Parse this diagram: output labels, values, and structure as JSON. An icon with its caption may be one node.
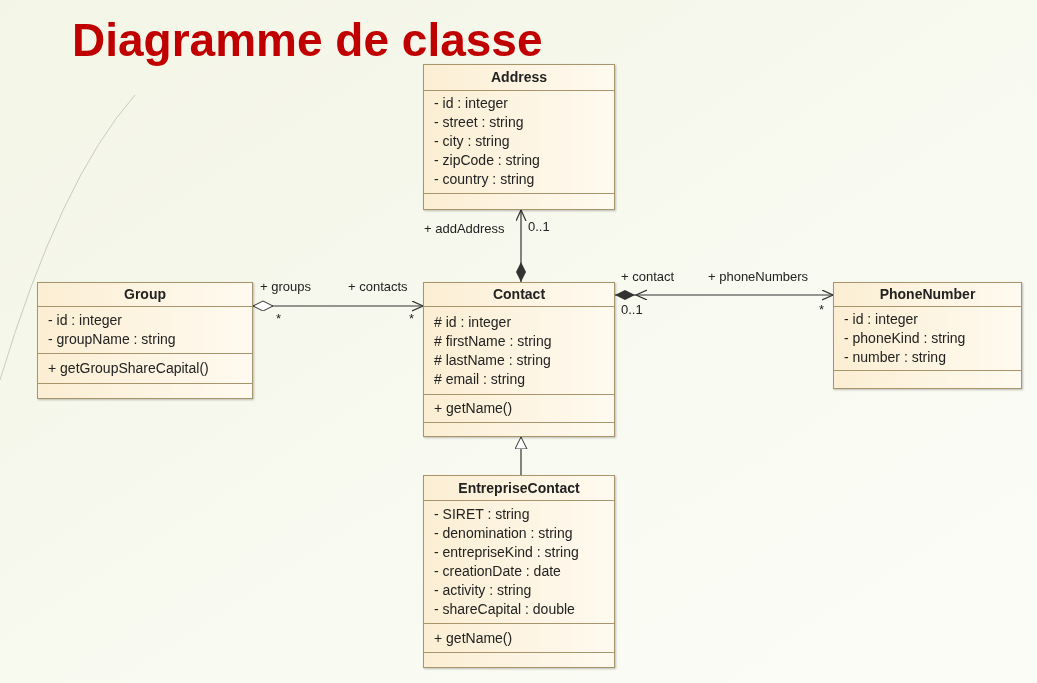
{
  "diagram": {
    "title": "Diagramme de classe",
    "nodes": [
      {
        "text": [
          "Address",
          "- id : integer",
          "- street : string",
          "- city : string",
          "- zipCode : string",
          "- country : string"
        ]
      },
      {
        "text": [
          "Group",
          "- id : integer",
          "- groupName : string",
          "+ getGroupShareCapital()"
        ]
      },
      {
        "text": [
          "Contact",
          "# id : integer",
          "# firstName : string",
          "# lastName : string",
          "# email : string",
          "+ getName()"
        ]
      },
      {
        "text": [
          "PhoneNumber",
          "- id : integer",
          "- phoneKind : string",
          "- number : string"
        ]
      },
      {
        "text": [
          "EntrepriseContact",
          "- SIRET : string",
          "- denomination : string",
          "- entrepriseKind : string",
          "- creationDate : date",
          "- activity : string",
          "- shareCapital : double",
          "+ getName()"
        ]
      }
    ],
    "edges": [
      {
        "from": 2,
        "to": 0,
        "arrow": "to"
      },
      {
        "from": 1,
        "to": 2,
        "arrow": "to"
      },
      {
        "from": 2,
        "to": 3,
        "arrow": "both"
      },
      {
        "from": 4,
        "to": 2,
        "arrow": "to"
      }
    ],
    "labels": [
      "+ addAddress",
      "0..1",
      "+ groups",
      "+ contacts",
      "*",
      "*",
      "+ contact",
      "+ phoneNumbers",
      "0..1",
      "*"
    ]
  }
}
